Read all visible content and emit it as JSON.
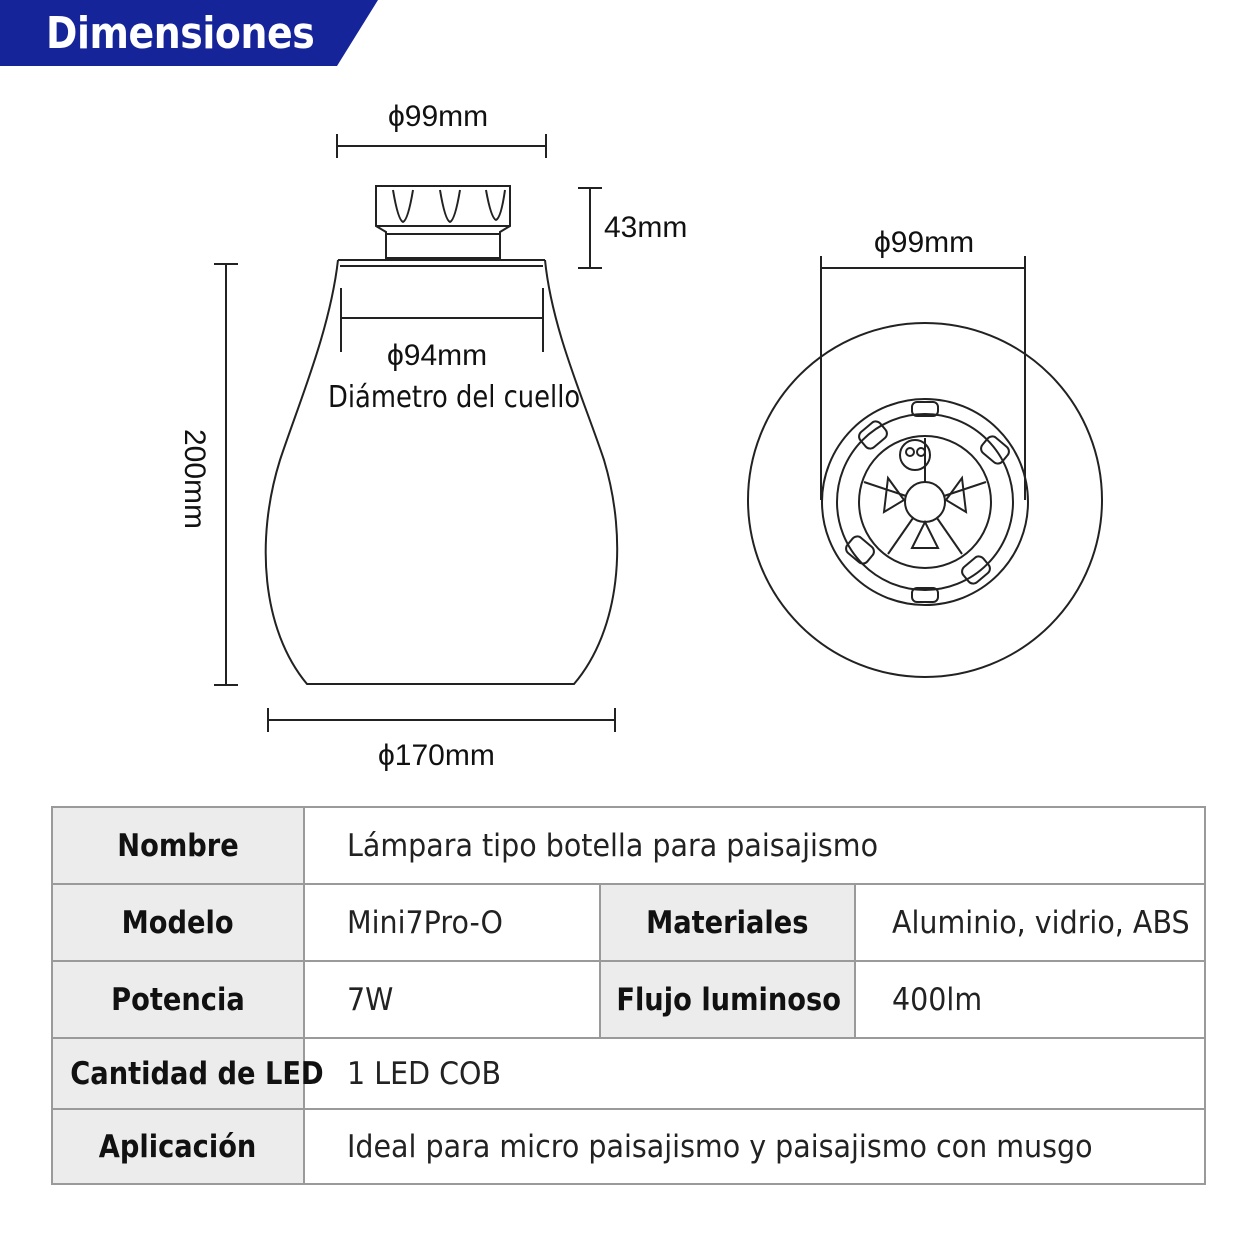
{
  "header": {
    "title": "Dimensiones"
  },
  "colors": {
    "banner": "#16249a",
    "line": "#222222",
    "header_cell": "#ececec",
    "border": "#9a9a9a"
  },
  "dimensions": {
    "cap_width": "ϕ99mm",
    "cap_height": "43mm",
    "neck_diameter": "ϕ94mm",
    "neck_note": "Diámetro del cuello",
    "height": "200mm",
    "base_width": "ϕ170mm",
    "top_view_width": "ϕ99mm"
  },
  "specs": {
    "nombre_label": "Nombre",
    "nombre_value": "Lámpara tipo botella para paisajismo",
    "modelo_label": "Modelo",
    "modelo_value": "Mini7Pro-O",
    "materiales_label": "Materiales",
    "materiales_value": "Aluminio, vidrio, ABS",
    "potencia_label": "Potencia",
    "potencia_value": "7W",
    "flujo_label": "Flujo luminoso",
    "flujo_value": "400lm",
    "led_label": "Cantidad de LED",
    "led_value": "1 LED COB",
    "aplicacion_label": "Aplicación",
    "aplicacion_value": "Ideal para micro paisajismo y paisajismo con musgo"
  }
}
